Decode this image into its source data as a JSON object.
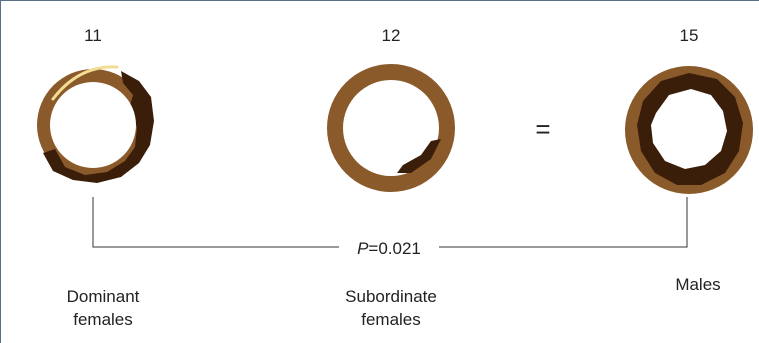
{
  "groups": [
    {
      "name_line1": "Dominant",
      "name_line2": "females",
      "count": "11"
    },
    {
      "name_line1": "Subordinate",
      "name_line2": "females",
      "count": "12"
    },
    {
      "name_line1": "",
      "name_line2": "Males",
      "count": "15"
    }
  ],
  "equality_sign": "=",
  "comparison": {
    "p_symbol": "P",
    "p_rest": "=0.021"
  },
  "colors": {
    "ring_brown": "#8b5a2b",
    "dark_staining": "#3a1e0a",
    "light_staining": "#f2dd92",
    "bracket_line": "#333333",
    "frame_border": "#5a6f86"
  }
}
